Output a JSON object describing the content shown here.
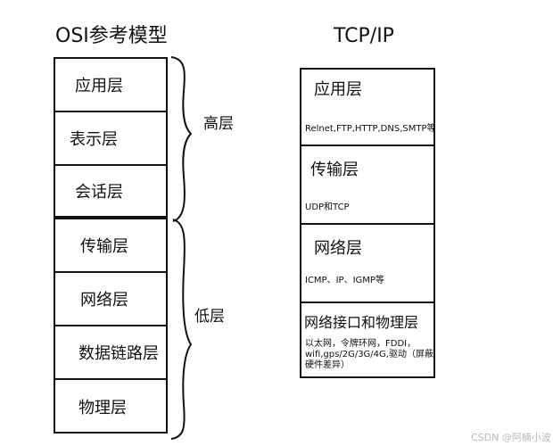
{
  "osi": {
    "title": "OSI参考模型",
    "layers": [
      "应用层",
      "表示层",
      "会话层",
      "传输层",
      "网络层",
      "数据链路层",
      "物理层"
    ],
    "upper_group": "高层",
    "lower_group": "低层"
  },
  "tcpip": {
    "title": "TCP/IP",
    "layers": [
      {
        "name": "应用层",
        "detail": "Relnet,FTP,HTTP,DNS,SMTP等"
      },
      {
        "name": "传输层",
        "detail": "UDP和TCP"
      },
      {
        "name": "网络层",
        "detail": "ICMP、IP、IGMP等"
      },
      {
        "name": "网络接口和物理层",
        "detail": "以太网，令牌环网，FDDI，wifi,gps/2G/3G/4G,驱动（屏蔽硬件差异）"
      }
    ]
  },
  "watermark": "CSDN @阿楠小波"
}
